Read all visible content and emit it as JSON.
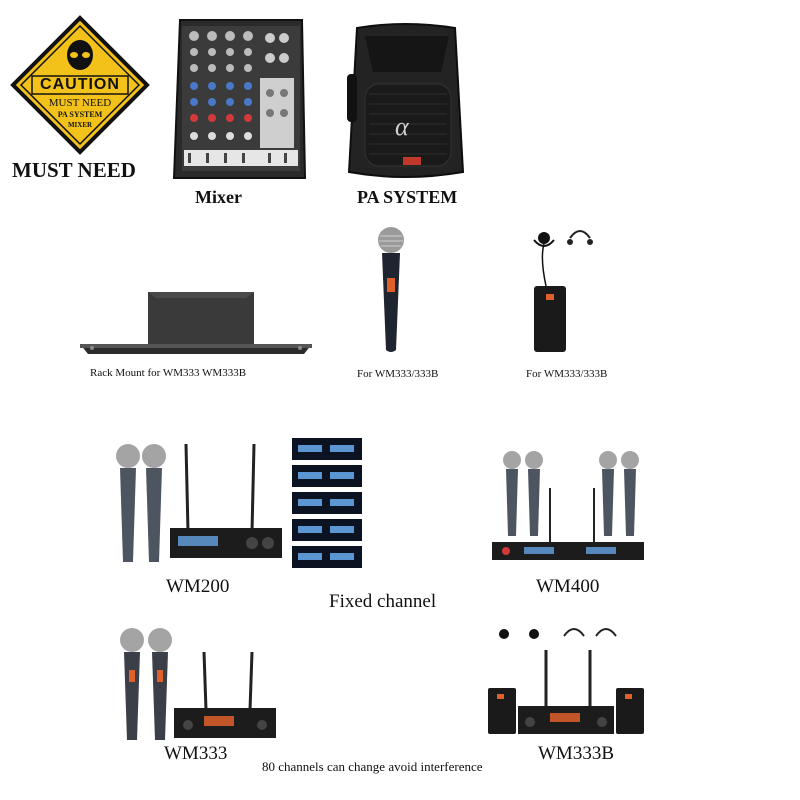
{
  "caution_sign": {
    "heading": "CAUTION",
    "line1": "MUST NEED",
    "line2": "PA SYSTEM",
    "line3": "MIXER"
  },
  "must_need_caption": "MUST NEED",
  "mixer": {
    "caption": "Mixer"
  },
  "pa_system": {
    "caption": "PA SYSTEM",
    "logo_glyph": "α"
  },
  "accessories": [
    {
      "caption": "Rack Mount for WM333 WM333B"
    },
    {
      "caption": "For WM333/333B"
    },
    {
      "caption": "For WM333/333B"
    }
  ],
  "products": [
    {
      "model": "WM200"
    },
    {
      "model": "WM400"
    },
    {
      "model": "WM333"
    },
    {
      "model": "WM333B"
    }
  ],
  "fixed_channel_caption": "Fixed channel",
  "footer_note": "80 channels can change avoid interference",
  "colors": {
    "caution_yellow": "#f2c21b",
    "device_black": "#1c1c1c",
    "display_blue": "#6fb6ff",
    "accent_orange": "#e0602a"
  }
}
